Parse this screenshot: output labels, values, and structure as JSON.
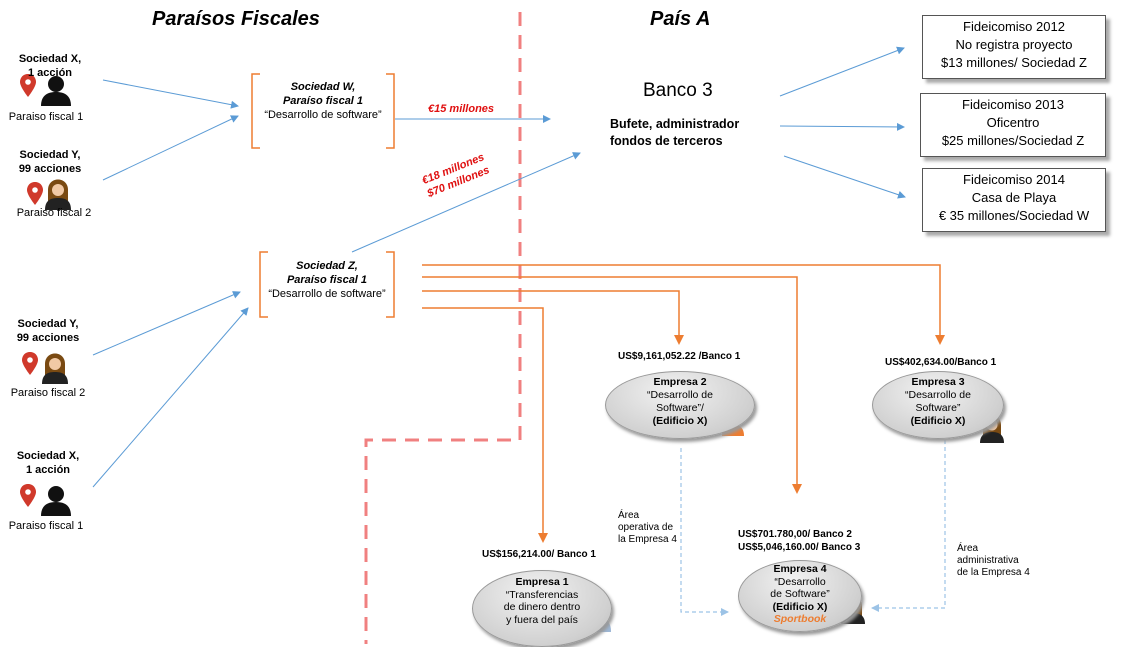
{
  "headers": {
    "left": "Paraísos Fiscales",
    "right": "País A"
  },
  "left_entities": [
    {
      "name_line1": "Sociedad X,",
      "name_line2": "1 acción",
      "location": "Paraiso fiscal 1"
    },
    {
      "name_line1": "Sociedad Y,",
      "name_line2": "99 acciones",
      "location": "Paraiso fiscal 2"
    },
    {
      "name_line1": "Sociedad Y,",
      "name_line2": "99 acciones",
      "location": "Paraiso fiscal 2"
    },
    {
      "name_line1": "Sociedad X,",
      "name_line2": "1 acción",
      "location": "Paraiso fiscal 1"
    }
  ],
  "sociedad_w": {
    "line1": "Sociedad W,",
    "line2": "Paraíso fiscal 1",
    "line3": "“Desarrollo de software”"
  },
  "sociedad_z": {
    "line1": "Sociedad Z,",
    "line2": "Paraíso fiscal 1",
    "line3": "“Desarrollo de software”"
  },
  "transfers": {
    "w_to_bank": "€15 millones",
    "z_to_bank_1": "€18 millones",
    "z_to_bank_2": "$70 millones"
  },
  "bank": {
    "title": "Banco 3",
    "line1": "Bufete, administrador",
    "line2": "fondos de terceros"
  },
  "trusts": [
    {
      "line1": "Fideicomiso 2012",
      "line2": "No registra proyecto",
      "line3": "$13 millones/ Sociedad Z"
    },
    {
      "line1": "Fideicomiso 2013",
      "line2": "Oficentro",
      "line3": "$25 millones/Sociedad Z"
    },
    {
      "line1": "Fideicomiso 2014",
      "line2": "Casa de Playa",
      "line3": "€ 35 millones/Sociedad W"
    }
  ],
  "empresa2": {
    "account": "US$9,161,052.22 /Banco 1",
    "name": "Empresa 2",
    "line2": "“Desarrollo de",
    "line3": "Software”/",
    "line4": "(Edificio X)"
  },
  "empresa3": {
    "account": "US$402,634.00/Banco 1",
    "name": "Empresa 3",
    "line2": "“Desarrollo de",
    "line3": "Software”",
    "line4": "(Edificio X)"
  },
  "empresa4": {
    "account1": "US$701.780,00/ Banco 2",
    "account2": "US$5,046,160.00/ Banco 3",
    "name": "Empresa 4",
    "line2": "“Desarrollo",
    "line3": "de Software”",
    "line4": "(Edificio X)",
    "line5": "Sportbook"
  },
  "empresa1": {
    "account": "US$156,214.00/ Banco 1",
    "name": "Empresa 1",
    "line2": "“Transferencias",
    "line3": "de dinero dentro",
    "line4": "y fuera del país"
  },
  "notes": {
    "operativa": [
      "Área",
      "operativa de",
      "la Empresa 4"
    ],
    "administrativa": [
      "Área",
      "administrativa",
      "de la Empresa 4"
    ]
  },
  "colors": {
    "blue_arrow": "#5b9bd5",
    "orange_arrow": "#ed7d31",
    "dashed_border": "#f08080",
    "amount_red": "#e01010"
  }
}
